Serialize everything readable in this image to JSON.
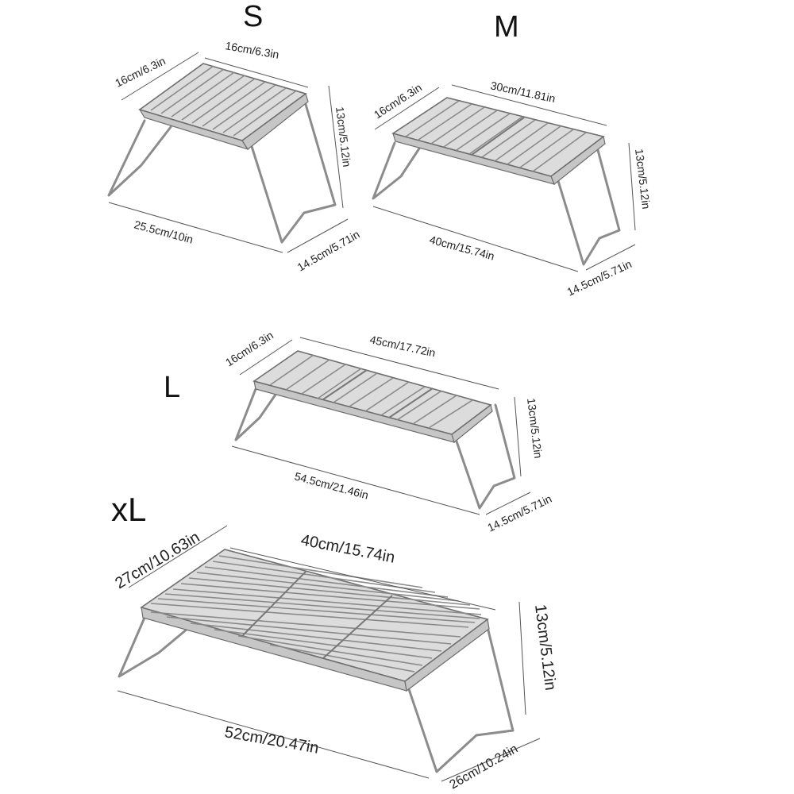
{
  "sizes": [
    {
      "key": "s",
      "label": "S",
      "depth_label": "16cm/6.3in",
      "width_label": "16cm/6.3in",
      "height_label": "13cm/5.12in",
      "base_length_label": "25.5cm/10in",
      "base_depth_label": "14.5cm/5.71in"
    },
    {
      "key": "m",
      "label": "M",
      "depth_label": "16cm/6.3in",
      "width_label": "30cm/11.81in",
      "height_label": "13cm/5.12in",
      "base_length_label": "40cm/15.74in",
      "base_depth_label": "14.5cm/5.71in"
    },
    {
      "key": "l",
      "label": "L",
      "depth_label": "16cm/6.3in",
      "width_label": "45cm/17.72in",
      "height_label": "13cm/5.12in",
      "base_length_label": "54.5cm/21.46in",
      "base_depth_label": "14.5cm/5.71in"
    },
    {
      "key": "xl",
      "label": "xL",
      "depth_label": "27cm/10.63in",
      "width_label": "40cm/15.74in",
      "height_label": "13cm/5.12in",
      "base_length_label": "52cm/20.47in",
      "base_depth_label": "26cm/10.24in"
    }
  ],
  "colors": {
    "metal": "#dcdcdc",
    "metal_edge": "#6e6e6e",
    "text": "#111111",
    "background": "#ffffff"
  }
}
